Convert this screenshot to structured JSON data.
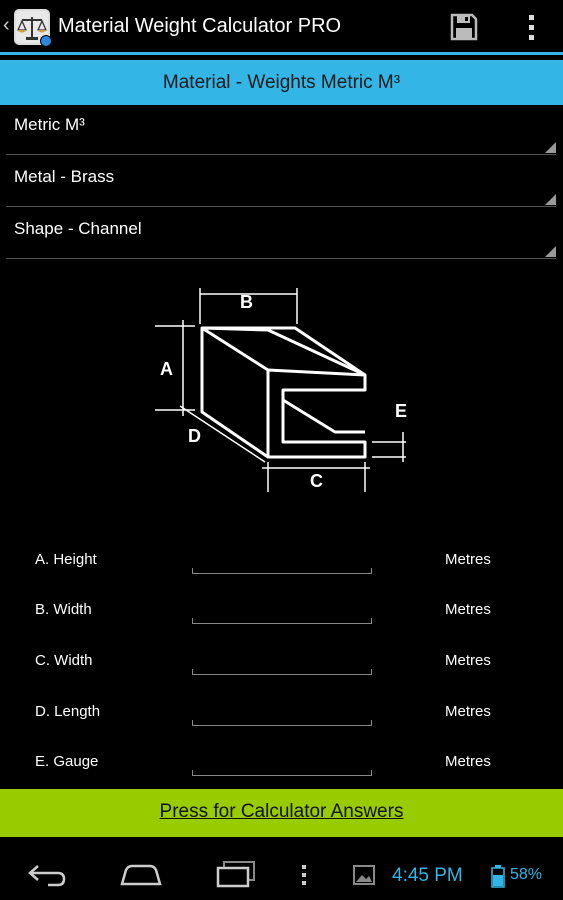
{
  "app_bar": {
    "title": "Material Weight Calculator PRO",
    "icons": [
      "up-chevron-icon",
      "scales-app-icon",
      "save-icon",
      "overflow-menu-icon"
    ]
  },
  "header": {
    "text": "Material - Weights Metric M³"
  },
  "spinners": [
    {
      "label": "Metric M³"
    },
    {
      "label": "Metal - Brass"
    },
    {
      "label": "Shape - Channel"
    }
  ],
  "diagram": {
    "labels": [
      "A",
      "B",
      "C",
      "D",
      "E"
    ]
  },
  "inputs": [
    {
      "label": "A. Height",
      "value": "",
      "unit": "Metres"
    },
    {
      "label": "B. Width",
      "value": "",
      "unit": "Metres"
    },
    {
      "label": "C. Width",
      "value": "",
      "unit": "Metres"
    },
    {
      "label": "D. Length",
      "value": "",
      "unit": "Metres"
    },
    {
      "label": "E. Gauge",
      "value": "",
      "unit": "Metres"
    }
  ],
  "calc_button": {
    "label": "Press for Calculator Answers"
  },
  "status": {
    "time": "4:45 PM",
    "battery": "58%"
  },
  "colors": {
    "accent_blue": "#33b5e5",
    "button_green": "#99cc00"
  }
}
